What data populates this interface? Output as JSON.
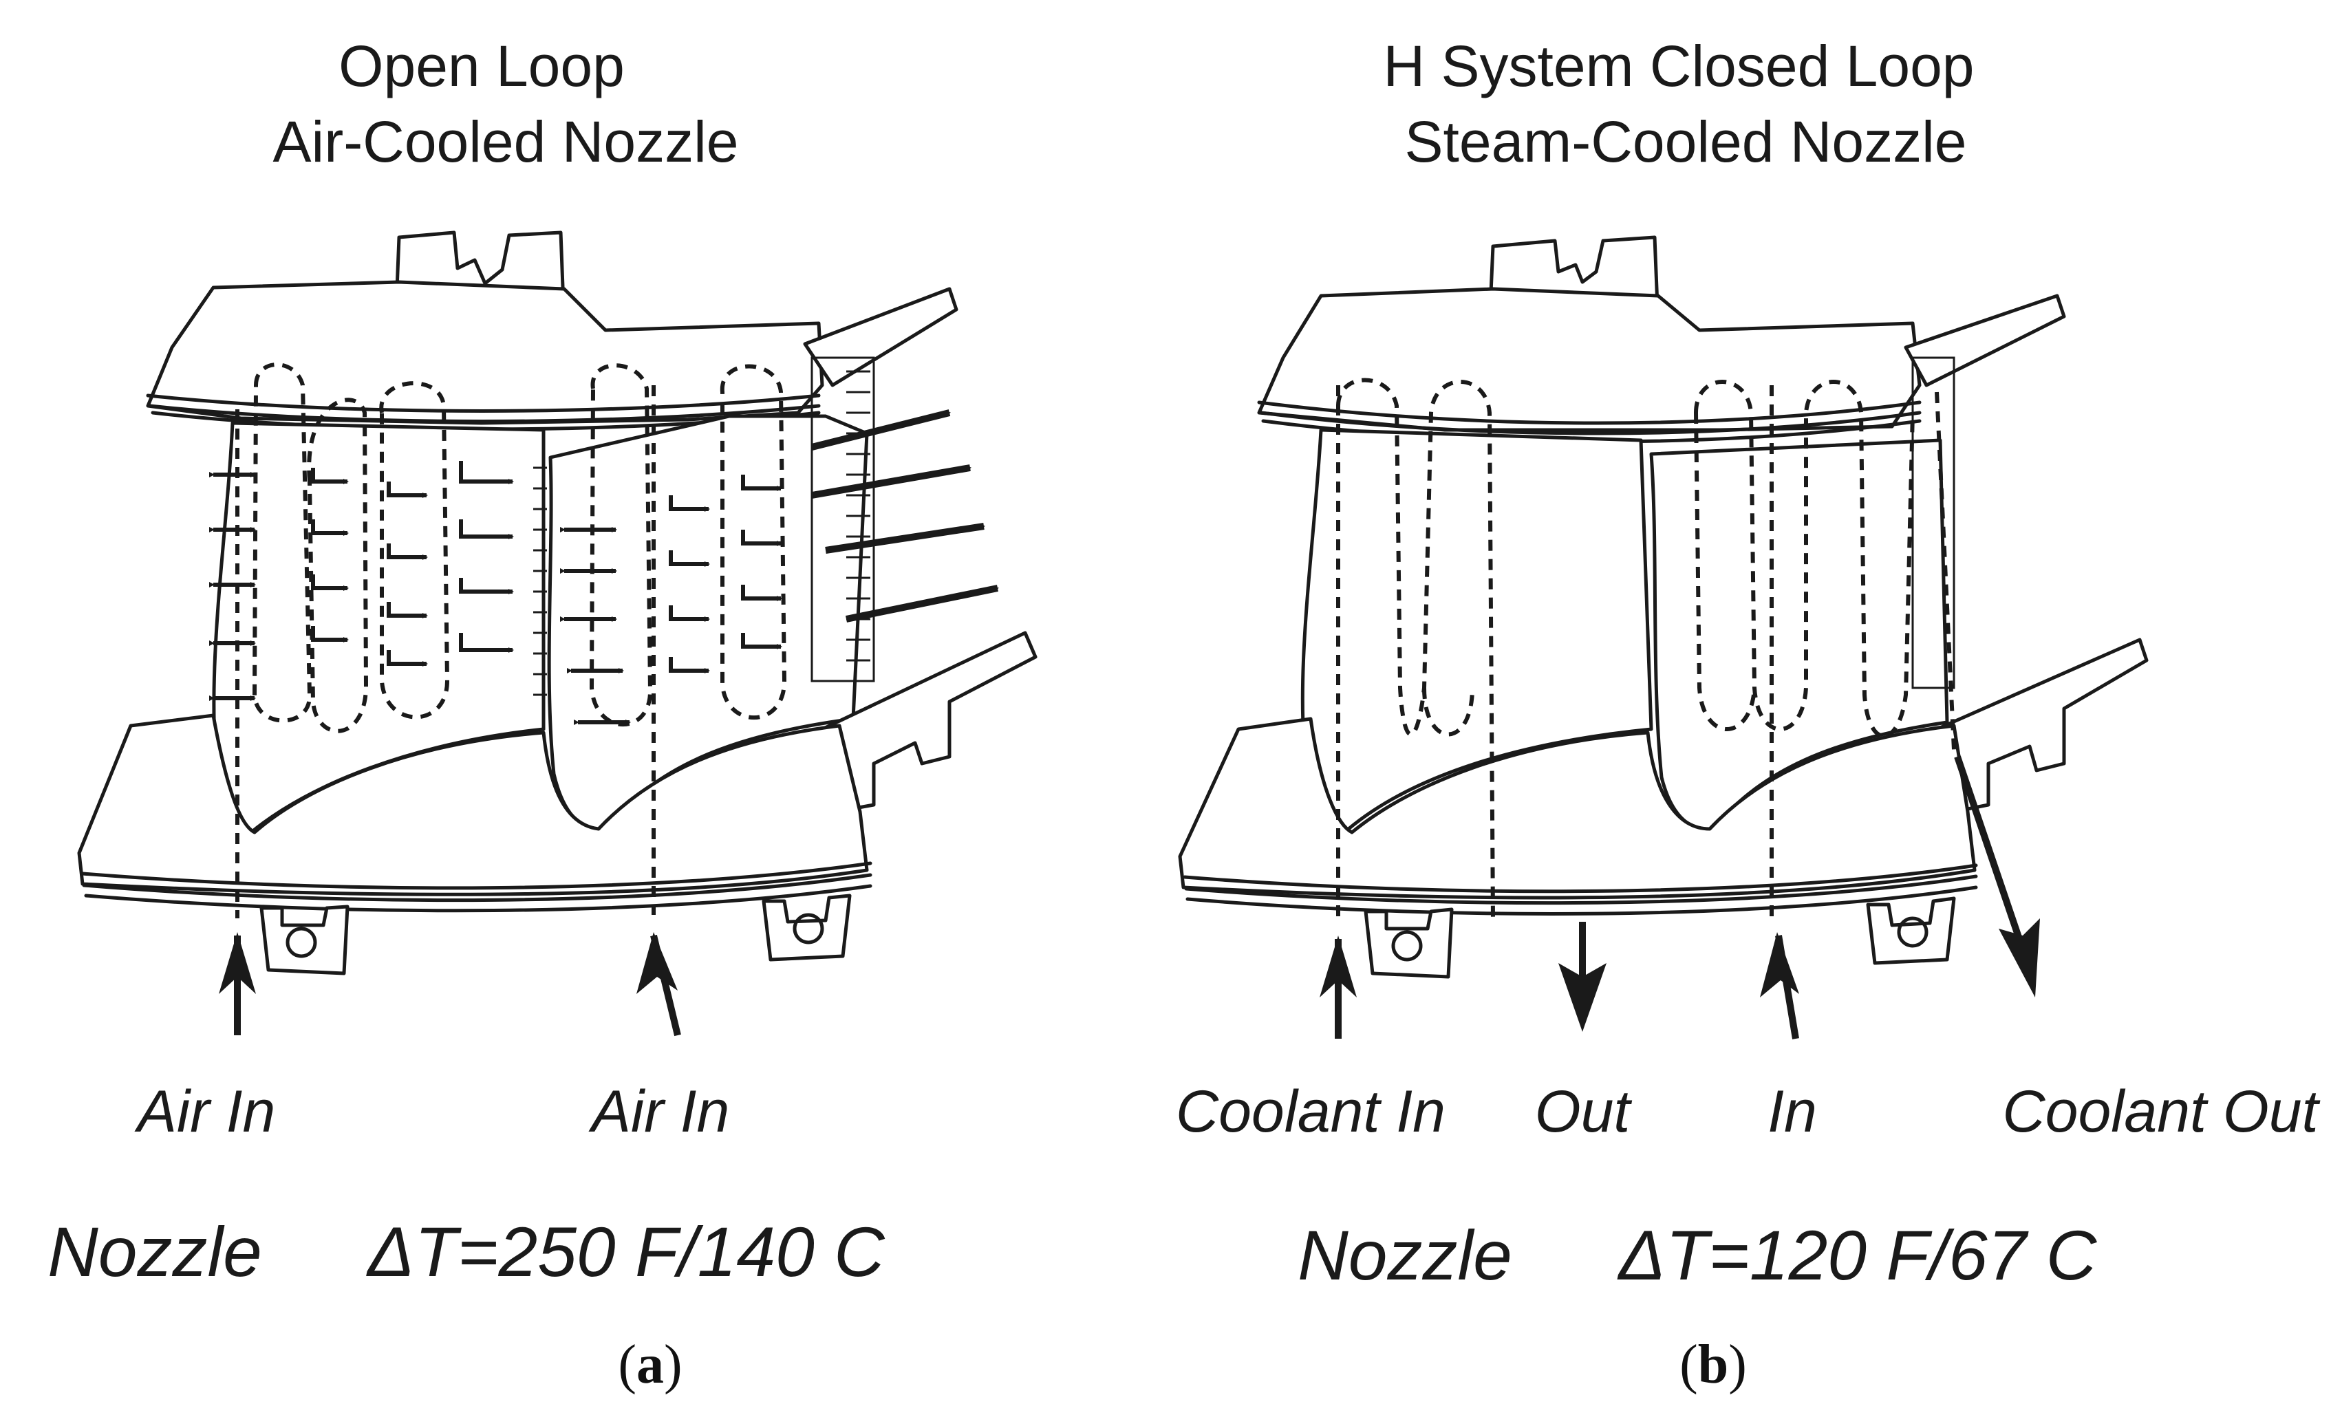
{
  "panel_a": {
    "title_line1": "Open Loop",
    "title_line2": "Air-Cooled Nozzle",
    "label_left": "Air In",
    "label_right": "Air In",
    "nozzle_word": "Nozzle",
    "delta_t": "ΔT=250 F/140 C",
    "caption_open": "(",
    "caption_letter": "a",
    "caption_close": ")"
  },
  "panel_b": {
    "title_line1": "H System Closed Loop",
    "title_line2": "Steam-Cooled Nozzle",
    "label_coolant_in": "Coolant In",
    "label_out": "Out",
    "label_in": "In",
    "label_coolant_out": "Coolant Out",
    "nozzle_word": "Nozzle",
    "delta_t": "ΔT=120 F/67 C",
    "caption_open": "(",
    "caption_letter": "b",
    "caption_close": ")"
  },
  "colors": {
    "ink": "#1a1a1a",
    "background": "#ffffff"
  }
}
